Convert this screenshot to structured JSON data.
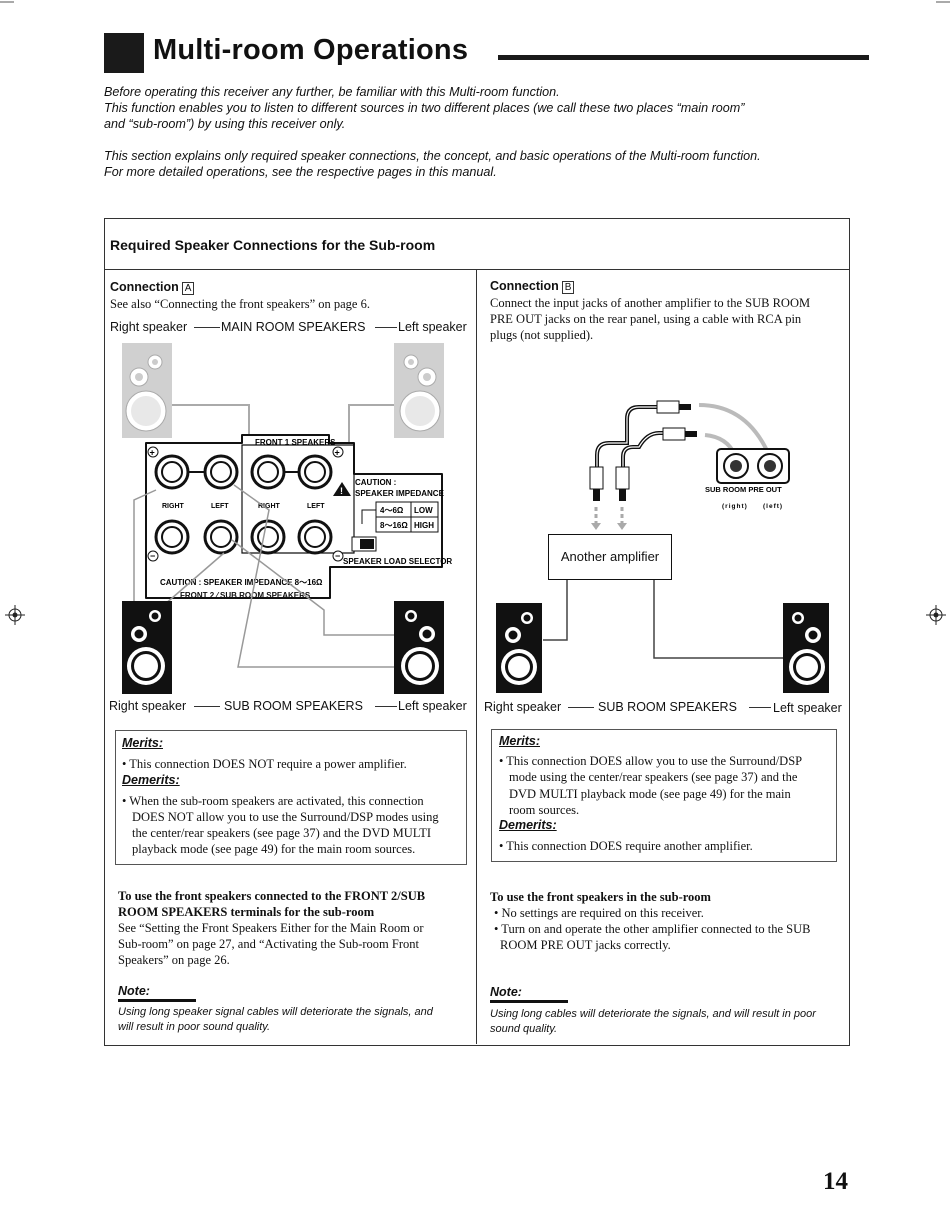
{
  "page": {
    "title": "Multi-room Operations",
    "page_number": "14"
  },
  "intro": {
    "line1": "Before operating this receiver any further, be familiar with this Multi-room function.",
    "line2": "This function enables you to listen to different sources in two different places (we call these two places “main room”",
    "line3": "and “sub-room”) by using this receiver only.",
    "line4": "This section explains only required speaker connections, the concept, and basic operations of the Multi-room function.",
    "line5": "For more detailed operations, see the respective pages in this manual."
  },
  "section": {
    "title": "Required Speaker Connections for the Sub-room"
  },
  "connA": {
    "label": "Connection",
    "letter": "A",
    "desc": "See also “Connecting the front speakers” on page 6.",
    "top_right": "Right speaker",
    "top_center": "MAIN ROOM SPEAKERS",
    "top_left": "Left speaker",
    "bottom_right": "Right speaker",
    "bottom_center": "SUB ROOM SPEAKERS",
    "bottom_left": "Left speaker",
    "panel": {
      "front1": "FRONT 1 SPEAKERS",
      "right": "RIGHT",
      "left": "LEFT",
      "caution1": "CAUTION :",
      "caution2": "SPEAKER IMPEDANCE",
      "imp_low_val": "4～6Ω",
      "imp_low": "LOW",
      "imp_high_val": "8～16Ω",
      "imp_high": "HIGH",
      "selector": "SPEAKER LOAD SELECTOR",
      "caution_bottom": "CAUTION : SPEAKER IMPEDANCE  8～16Ω",
      "front2": "FRONT 2 ⁄ SUB ROOM SPEAKERS"
    },
    "merits_head": "Merits:",
    "merits": [
      "This connection DOES NOT require a power amplifier."
    ],
    "demerits_head": "Demerits:",
    "demerits": [
      "When the sub-room speakers are activated, this connection",
      "DOES NOT allow you to use the Surround/DSP modes using",
      "the center/rear speakers (see page 37) and the DVD MULTI",
      "playback mode (see page 49) for the main room sources."
    ],
    "use_head1": "To use the front speakers connected to the FRONT 2/SUB",
    "use_head2": "ROOM SPEAKERS terminals for the sub-room",
    "use_text": [
      "See “Setting the Front Speakers Either for the Main Room or",
      "Sub-room” on page 27, and “Activating the Sub-room Front",
      "Speakers” on page 26."
    ],
    "note_head": "Note:",
    "note": [
      "Using long speaker signal cables will deteriorate the signals, and",
      "will result in poor sound quality."
    ]
  },
  "connB": {
    "label": "Connection",
    "letter": "B",
    "desc": [
      "Connect the input jacks of another amplifier to the SUB ROOM",
      "PRE OUT jacks on the rear panel, using a cable with RCA pin",
      "plugs (not supplied)."
    ],
    "jack_label": "SUB ROOM PRE OUT",
    "jack_right": "(right)",
    "jack_left": "(left)",
    "amp": "Another amplifier",
    "bottom_right": "Right speaker",
    "bottom_center": "SUB ROOM SPEAKERS",
    "bottom_left": "Left speaker",
    "merits_head": "Merits:",
    "merits": [
      "This connection DOES allow you to use the Surround/DSP",
      "mode using the center/rear speakers (see page 37) and the",
      "DVD MULTI playback mode (see page 49) for the main",
      "room sources."
    ],
    "demerits_head": "Demerits:",
    "demerits": [
      "This connection DOES require another amplifier."
    ],
    "use_head": "To use the front speakers in the sub-room",
    "use_items": [
      "No settings are required on this receiver.",
      "Turn on and operate the other amplifier connected to the SUB",
      "ROOM PRE OUT jacks correctly."
    ],
    "note_head": "Note:",
    "note": [
      "Using long cables will deteriorate the signals, and will result in poor",
      "sound quality."
    ]
  }
}
